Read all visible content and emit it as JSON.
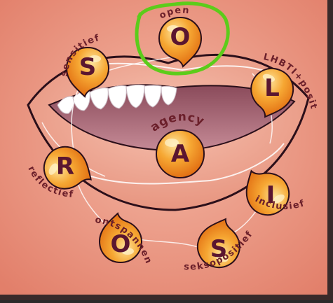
{
  "labels": {
    "open": "open",
    "sensitief": "sensitief",
    "lhbti": "LHBTI+positief",
    "agency": "agency",
    "reflectief": "reflectief",
    "inclusief": "inclusief",
    "ontspannen": "ontspannen",
    "seksopositief": "seksopositief"
  },
  "letters": {
    "o_top": "O",
    "s_left": "S",
    "l_right": "L",
    "a_center": "A",
    "r_left": "R",
    "i_right": "I",
    "o_bottom": "O",
    "s_bottom": "S"
  },
  "colors": {
    "background": "#e9917d",
    "lip": "#f2a58f",
    "lip_shadow": "#c96e5a",
    "outline": "#2b0f1a",
    "pin_orange": "#f08a1e",
    "pin_light": "#fcd77a",
    "text_dark": "#6b1f2a",
    "highlight_circle": "#5ccc1a"
  }
}
